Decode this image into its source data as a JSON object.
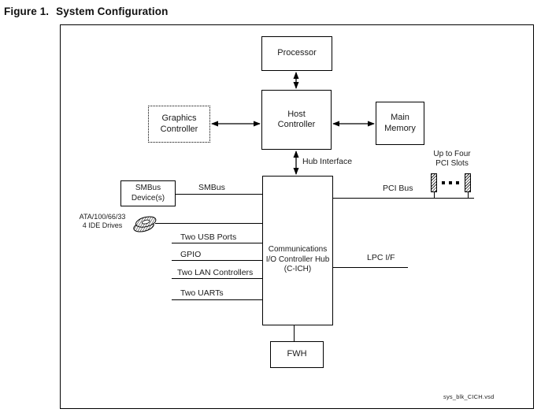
{
  "title": {
    "figure_label": "Figure 1.",
    "figure_text": "System Configuration"
  },
  "boxes": {
    "processor": {
      "label": "Processor"
    },
    "host_controller": {
      "line1": "Host",
      "line2": "Controller"
    },
    "graphics_controller": {
      "line1": "Graphics",
      "line2": "Controller"
    },
    "main_memory": {
      "line1": "Main",
      "line2": "Memory"
    },
    "smbus_devices": {
      "line1": "SMBus",
      "line2": "Device(s)"
    },
    "cich": {
      "line1": "Communications",
      "line2": "I/O Controller Hub",
      "line3": "(C-ICH)"
    },
    "fwh": {
      "label": "FWH"
    }
  },
  "bus_labels": {
    "hub_interface": "Hub Interface",
    "smbus": "SMBus",
    "ata": {
      "line1": "ATA/100/66/33",
      "line2": "4 IDE Drives"
    },
    "usb": "Two USB Ports",
    "gpio": "GPIO",
    "lan": "Two LAN Controllers",
    "uarts": "Two UARTs",
    "pci_bus": "PCI Bus",
    "pci_slots": {
      "line1": "Up to Four",
      "line2": "PCI Slots"
    },
    "lpc": "LPC I/F"
  },
  "footer": {
    "filename": "sys_blk_CICH.vsd"
  },
  "icons": {
    "ide_drives_icon": "hatched stacked-disk connector glyph",
    "pci_slot_icon": "diagonally hatched slot bar"
  },
  "colors": {
    "line": "#000000",
    "text": "#1a1a1a",
    "background": "#ffffff"
  }
}
